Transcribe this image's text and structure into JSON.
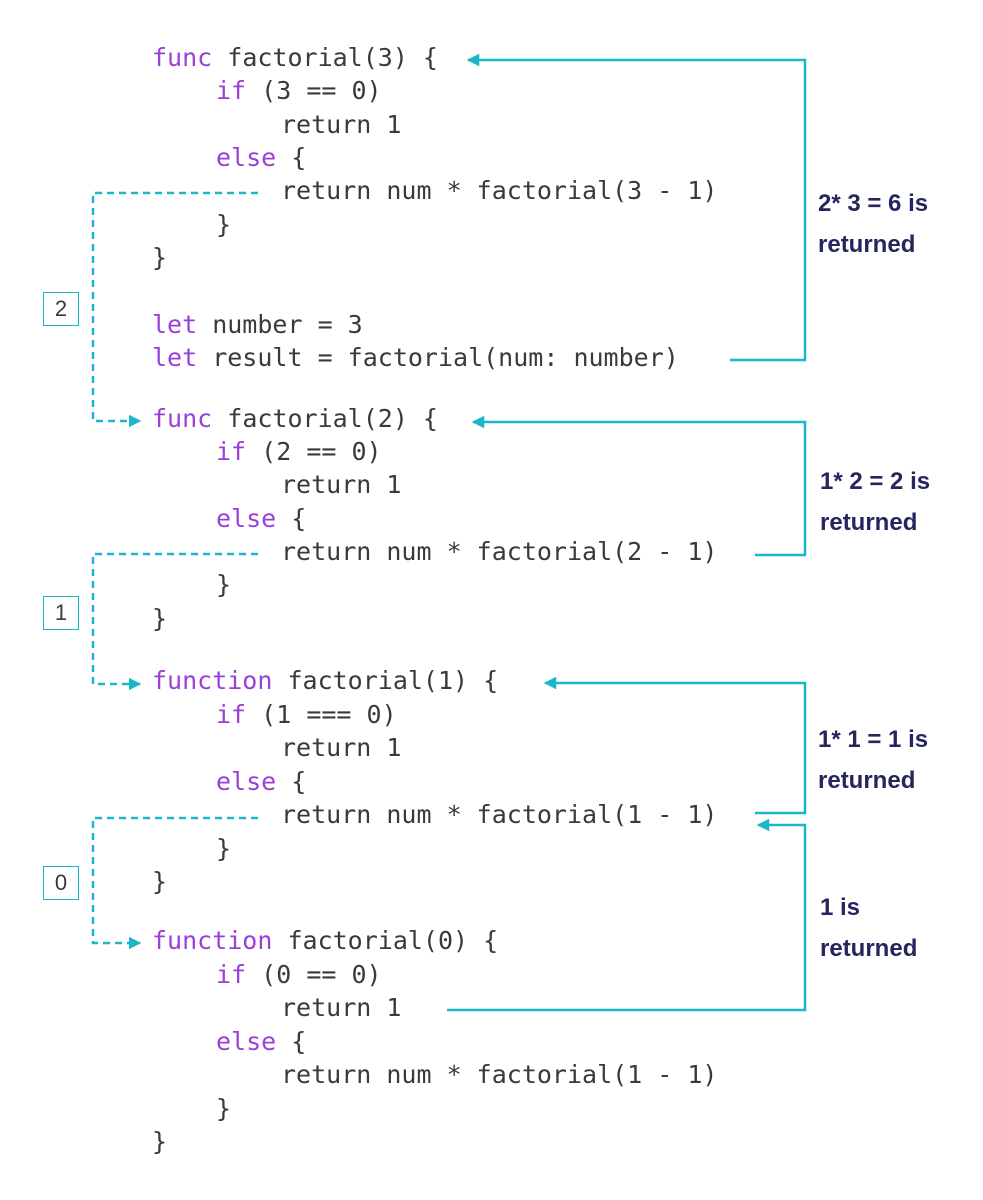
{
  "colors": {
    "keyword": "#9b3fdb",
    "code_text": "#3a3a3a",
    "arrow": "#1ab7c9",
    "label": "#25265e"
  },
  "block1": {
    "l1_kw": "func",
    "l1_rest": " factorial(3) {",
    "l2_kw": "if",
    "l2_rest": " (3 == 0)",
    "l3": "return 1",
    "l4_kw": "else",
    "l4_rest": " {",
    "l5": "return num * factorial(3 - 1)",
    "l6": "}",
    "l7": "}",
    "l8_kw": "let",
    "l8_rest": " number = 3",
    "l9_kw": "let",
    "l9_rest": " result = factorial(num: number)"
  },
  "block2": {
    "l1_kw": "func",
    "l1_rest": " factorial(2) {",
    "l2_kw": "if",
    "l2_rest": " (2 == 0)",
    "l3": "return 1",
    "l4_kw": "else",
    "l4_rest": " {",
    "l5": "return num * factorial(2 - 1)",
    "l6": "}",
    "l7": "}"
  },
  "block3": {
    "l1_kw": "function",
    "l1_rest": " factorial(1) {",
    "l2_kw": "if",
    "l2_rest": " (1 === 0)",
    "l3": "return 1",
    "l4_kw": "else",
    "l4_rest": " {",
    "l5": "return num * factorial(1 - 1)",
    "l6": "}",
    "l7": "}"
  },
  "block4": {
    "l1_kw": "function",
    "l1_rest": " factorial(0) {",
    "l2_kw": "if",
    "l2_rest": " (0 == 0)",
    "l3": "return 1",
    "l4_kw": "else",
    "l4_rest": " {",
    "l5": "return num * factorial(1 - 1)",
    "l6": "}",
    "l7": "}"
  },
  "depth_boxes": [
    "2",
    "1",
    "0"
  ],
  "return_labels": [
    {
      "line1": "2* 3 = 6 is",
      "line2": "returned"
    },
    {
      "line1": "1* 2 = 2 is",
      "line2": "returned"
    },
    {
      "line1": "1* 1 = 1 is",
      "line2": "returned"
    },
    {
      "line1": "1 is",
      "line2": "returned"
    }
  ]
}
